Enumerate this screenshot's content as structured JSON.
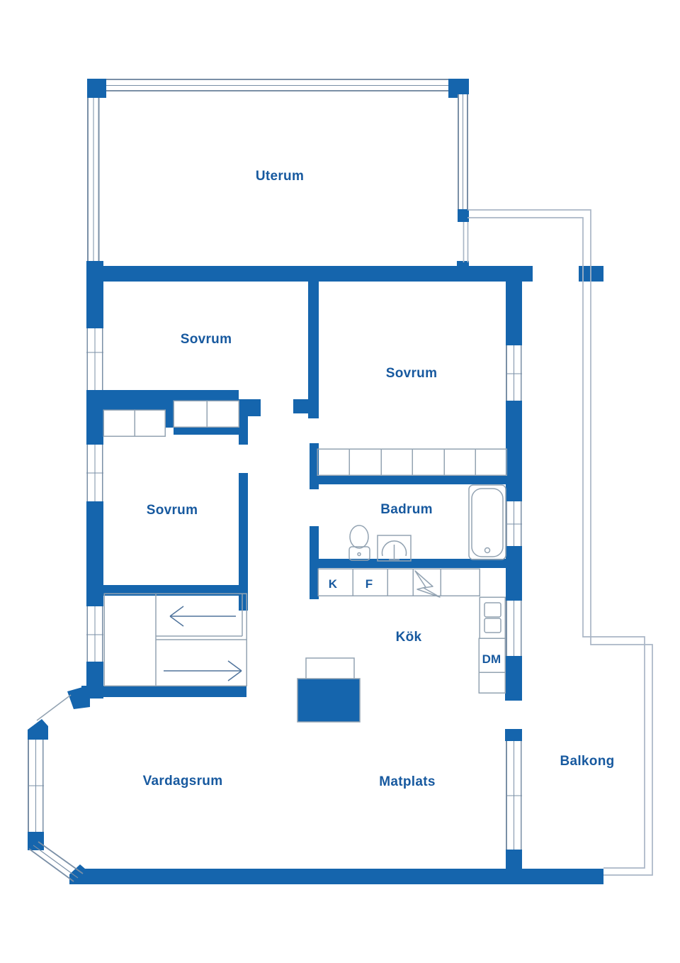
{
  "rooms": {
    "uterum": "Uterum",
    "sovrum_1": "Sovrum",
    "sovrum_2": "Sovrum",
    "sovrum_3": "Sovrum",
    "badrum": "Badrum",
    "kok": "Kök",
    "matplats": "Matplats",
    "vardagsrum": "Vardagsrum",
    "balkong": "Balkong"
  },
  "appliances": {
    "kyl": "K",
    "frys": "F",
    "diskmaskin": "DM"
  },
  "icons": {
    "toilet": "toilet-icon",
    "sink": "sink-icon",
    "bathtub": "bathtub-icon",
    "stove": "lightning-bolt-icon",
    "kitchen_sink": "double-sink-icon",
    "wardrobe_arrows": "sliding-door-arrow-icons"
  },
  "colors": {
    "wall": "#1565ad",
    "label_text": "#17599f",
    "fixture_outline": "#93a3b2",
    "railing": "#a9b6c6",
    "background": "#ffffff"
  }
}
